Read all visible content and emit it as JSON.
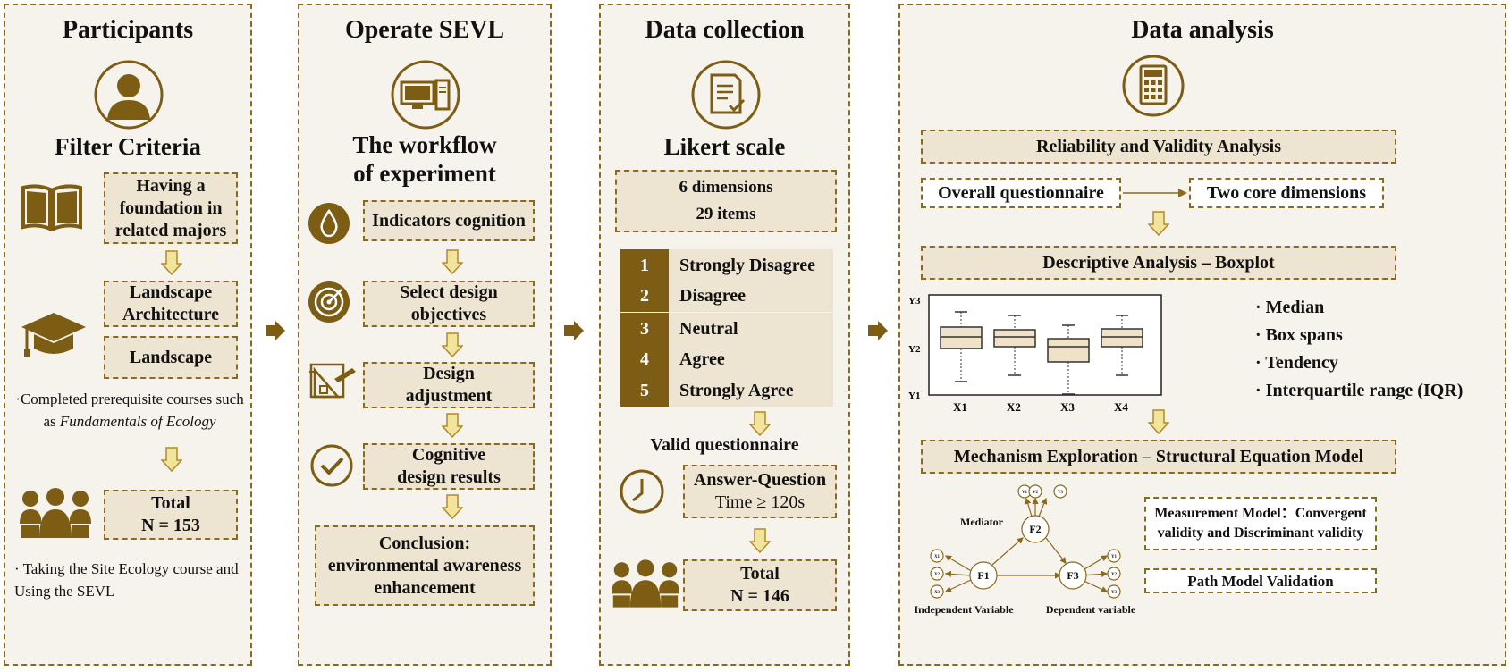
{
  "colors": {
    "accent": "#7d5d14",
    "panel": "#f6f3ec",
    "box": "#ede4d1",
    "border": "#8a6a1f",
    "arrow": "#f2e49a"
  },
  "panels": {
    "participants": {
      "title": "Participants",
      "subtitle": "Filter Criteria",
      "criteria1": "Having a foundation in related majors",
      "criteria2": "Landscape Architecture",
      "criteria3": "Landscape",
      "note1_prefix": "·Completed prerequisite courses such as ",
      "note1_italic": "Fundamentals of Ecology",
      "total_label": "Total",
      "total_value": "N = 153",
      "note2": "· Taking the Site Ecology course and Using the SEVL"
    },
    "operate": {
      "title": "Operate SEVL",
      "subtitle_line1": "The workflow",
      "subtitle_line2": "of experiment",
      "step1": "Indicators cognition",
      "step2": "Select design objectives",
      "step3": "Design adjustment",
      "step4": "Cognitive design results",
      "conclusion": "Conclusion: environmental awareness enhancement"
    },
    "collection": {
      "title": "Data collection",
      "subtitle": "Likert scale",
      "dims_line1": "6 dimensions",
      "dims_line2": "29 items",
      "likert": [
        {
          "num": "1",
          "label": "Strongly Disagree"
        },
        {
          "num": "2",
          "label": "Disagree"
        },
        {
          "num": "3",
          "label": "Neutral"
        },
        {
          "num": "4",
          "label": "Agree"
        },
        {
          "num": "5",
          "label": "Strongly Agree"
        }
      ],
      "valid": "Valid questionnaire",
      "time_line1": "Answer-Question",
      "time_line2": "Time ≥ 120s",
      "total_label": "Total",
      "total_value": "N = 146"
    },
    "analysis": {
      "title": "Data analysis",
      "reliability": "Reliability and Validity Analysis",
      "overall": "Overall questionnaire",
      "two_core": "Two core dimensions",
      "descriptive": "Descriptive Analysis – Boxplot",
      "boxplot": {
        "y_labels": [
          "Y3",
          "Y2",
          "Y1"
        ],
        "x_labels": [
          "X1",
          "X2",
          "X3",
          "X4"
        ]
      },
      "bullets": [
        "· Median",
        "· Box spans",
        "· Tendency",
        "· Interquartile range (IQR)"
      ],
      "mechanism": "Mechanism Exploration – Structural Equation Model",
      "sem": {
        "mediator": "Mediator",
        "independent": "Independent Variable",
        "dependent": "Dependent variable",
        "f1": "F1",
        "f2": "F2",
        "f3": "F3",
        "v_top": [
          "V1",
          "V2",
          "V3"
        ],
        "v_left": [
          "X1",
          "X2",
          "X3"
        ],
        "v_right": [
          "Y1",
          "Y2",
          "Y3"
        ]
      },
      "measurement": "Measurement Model：Convergent validity and Discriminant validity",
      "path": "Path Model Validation"
    }
  }
}
